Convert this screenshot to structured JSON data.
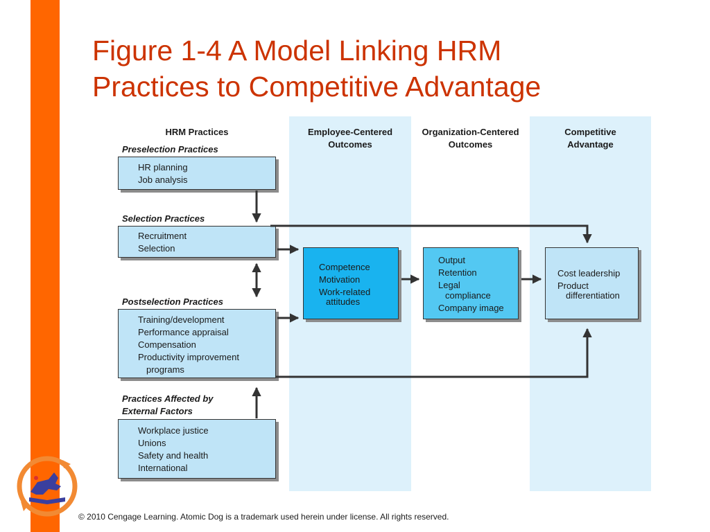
{
  "title": {
    "line1": "Figure 1-4 A Model Linking HRM",
    "line2": "Practices to Competitive Advantage"
  },
  "columns": {
    "hrm_practices": "HRM Practices",
    "employee_centered": [
      "Employee-Centered",
      "Outcomes"
    ],
    "organization_centered": [
      "Organization-Centered",
      "Outcomes"
    ],
    "competitive_advantage": [
      "Competitive",
      "Advantage"
    ]
  },
  "sections": {
    "preselection": {
      "label": "Preselection Practices",
      "items": [
        "HR planning",
        "Job analysis"
      ]
    },
    "selection": {
      "label": "Selection Practices",
      "items": [
        "Recruitment",
        "Selection"
      ]
    },
    "postselection": {
      "label": "Postselection Practices",
      "items": [
        "Training/development",
        "Performance appraisal",
        "Compensation",
        "Productivity improvement",
        "programs"
      ]
    },
    "external": {
      "label_line1": "Practices Affected by",
      "label_line2": "External Factors",
      "items": [
        "Workplace justice",
        "Unions",
        "Safety and health",
        "International"
      ]
    }
  },
  "outcomes": {
    "employee": [
      "Competence",
      "Motivation",
      "Work-related",
      "attitudes"
    ],
    "organization": [
      "Output",
      "Retention",
      "Legal",
      "compliance",
      "Company image"
    ],
    "competitive": [
      "Cost leadership",
      "Product",
      "differentiation"
    ]
  },
  "colors": {
    "accent_bar": "#ff6600",
    "title": "#cc3300",
    "band": "#ddf1fb",
    "box_light": "#bfe4f7",
    "box_dark": "#19b3ef"
  },
  "footer": {
    "copyright": "© 2010 Cengage Learning. Atomic Dog is a trademark used herein under license. All rights reserved."
  }
}
